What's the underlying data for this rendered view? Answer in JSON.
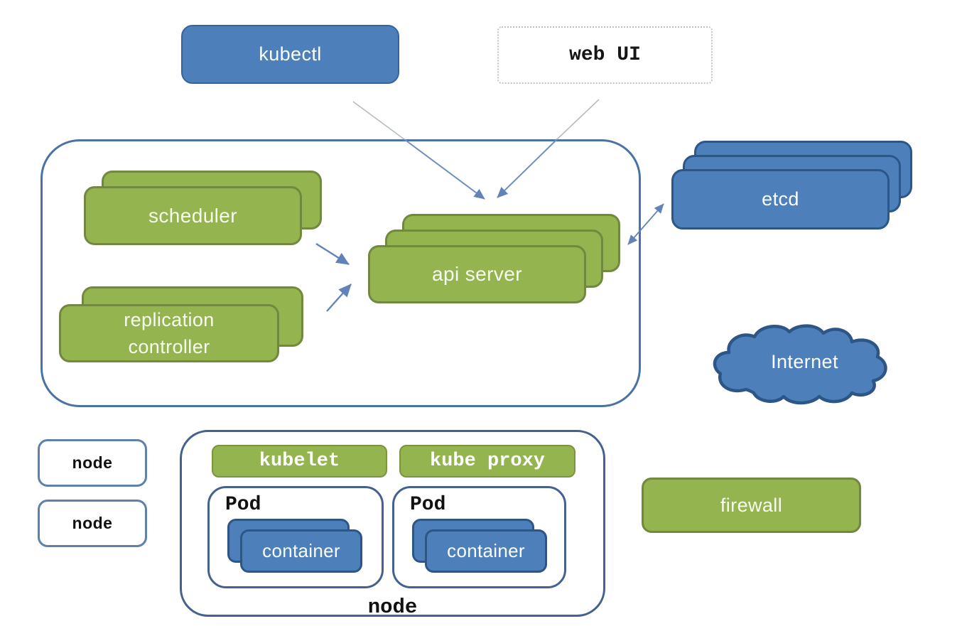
{
  "diagram": {
    "kubectl_label": "kubectl",
    "web_ui_label": "web UI",
    "master": {
      "scheduler_label": "scheduler",
      "replication_controller_label": "replication controller",
      "api_server_label": "api server"
    },
    "etcd_label": "etcd",
    "internet_label": "Internet",
    "firewall_label": "firewall",
    "left_nodes": [
      {
        "label": "node"
      },
      {
        "label": "node"
      }
    ],
    "node_group": {
      "kubelet_label": "kubelet",
      "kube_proxy_label": "kube proxy",
      "node_label": "node",
      "pods": [
        {
          "label": "Pod",
          "container_label": "container"
        },
        {
          "label": "Pod",
          "container_label": "container"
        }
      ]
    },
    "colors": {
      "blue_fill": "#4d80ba",
      "blue_border": "#2d5586",
      "green_fill": "#94b44f",
      "green_border": "#71893f",
      "outline_border": "#44618f",
      "master_border": "#4a72a3",
      "arrow_blue": "#6282b8",
      "arrow_gray": "#b6bcc4",
      "dotted_border": "#c4c4c4"
    }
  }
}
